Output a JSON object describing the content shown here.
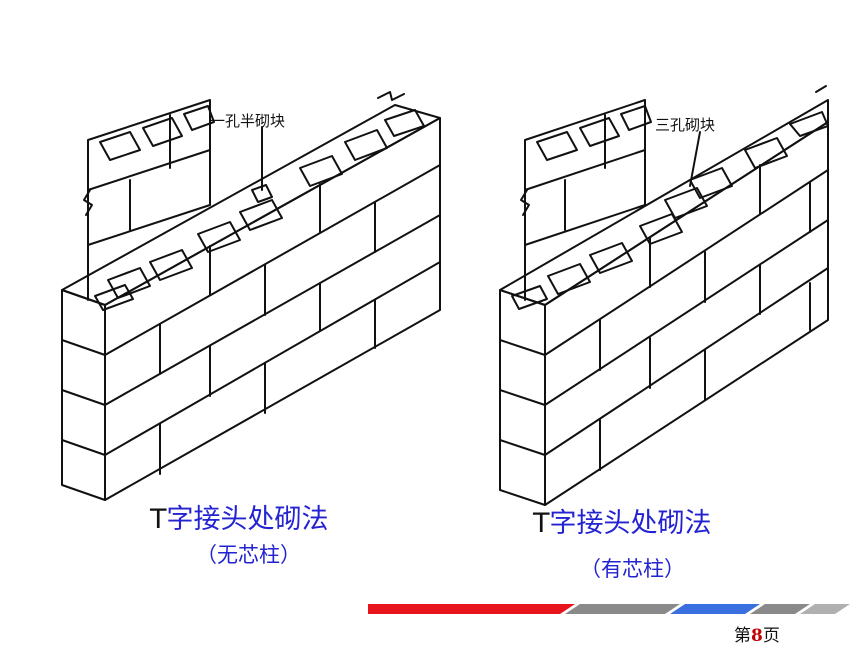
{
  "left_figure": {
    "callout": "一孔半砌块",
    "title_prefix": "T",
    "title_rest": "字接头处砌法",
    "subtitle": "（无芯柱）"
  },
  "right_figure": {
    "callout": "三孔砌块",
    "title_prefix": "T",
    "title_rest": "字接头处砌法",
    "subtitle": "（有芯柱）"
  },
  "page": {
    "prefix": "第",
    "number": "8",
    "suffix": "页"
  },
  "colors": {
    "title": "#2323d2",
    "stripe_red": "#e8141c",
    "stripe_blue": "#3a6fe0",
    "stripe_gray": "#8a8a8a"
  }
}
